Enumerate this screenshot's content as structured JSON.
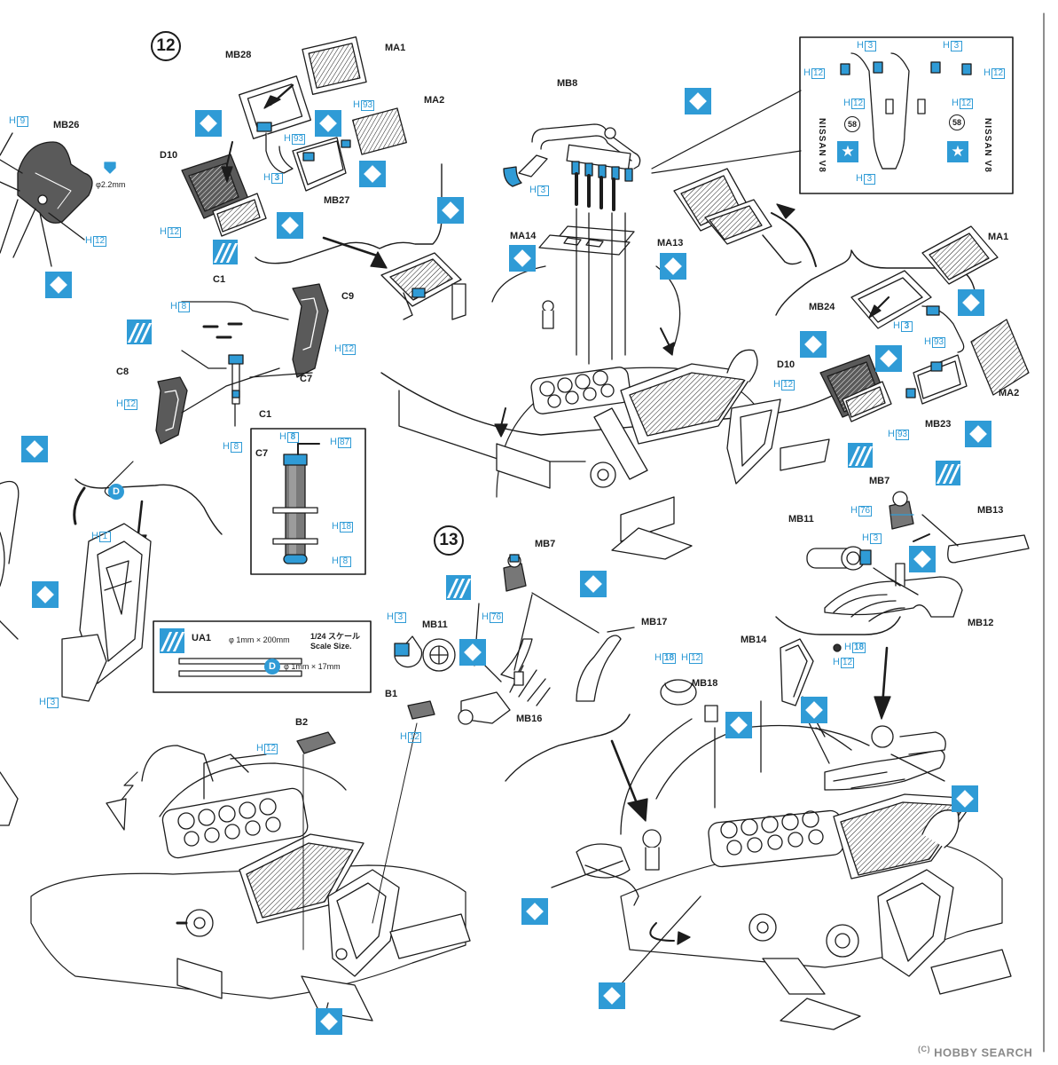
{
  "steps": {
    "s12": "12",
    "s13": "13"
  },
  "parts": {
    "MB26": "MB26",
    "MB28": "MB28",
    "MA1_a": "MA1",
    "MA2_a": "MA2",
    "D10_a": "D10",
    "MB27": "MB27",
    "MB8": "MB8",
    "MA14": "MA14",
    "MA13": "MA13",
    "MA1_b": "MA1",
    "MB24": "MB24",
    "D10_b": "D10",
    "MA2_b": "MA2",
    "MB23": "MB23",
    "C1_a": "C1",
    "C9": "C9",
    "C8": "C8",
    "C7_a": "C7",
    "C1_b": "C1",
    "C7_b": "C7",
    "MB7_a": "MB7",
    "MB11_a": "MB11",
    "MB13": "MB13",
    "MB12": "MB12",
    "MB7_b": "MB7",
    "MB11_b": "MB11",
    "MB17": "MB17",
    "MB16": "MB16",
    "MB14": "MB14",
    "MB18": "MB18",
    "B1": "B1",
    "B2": "B2"
  },
  "h_labels": [
    {
      "n": "9"
    },
    {
      "n": "12"
    },
    {
      "n": "93"
    },
    {
      "n": "93"
    },
    {
      "n": "3",
      "b": true
    },
    {
      "n": "12"
    },
    {
      "n": "3"
    },
    {
      "n": "3"
    },
    {
      "n": "12"
    },
    {
      "n": "12"
    },
    {
      "n": "12"
    },
    {
      "n": "12"
    },
    {
      "n": "3"
    },
    {
      "n": "3"
    },
    {
      "n": "8"
    },
    {
      "n": "12"
    },
    {
      "n": "12"
    },
    {
      "n": "8"
    },
    {
      "n": "8",
      "b": true
    },
    {
      "n": "87"
    },
    {
      "n": "18"
    },
    {
      "n": "8"
    },
    {
      "n": "1"
    },
    {
      "n": "3"
    },
    {
      "n": "3",
      "b": true
    },
    {
      "n": "93"
    },
    {
      "n": "12"
    },
    {
      "n": "93"
    },
    {
      "n": "76"
    },
    {
      "n": "3"
    },
    {
      "n": "3"
    },
    {
      "n": "76"
    },
    {
      "n": "18",
      "b": true
    },
    {
      "n": "12"
    },
    {
      "n": "18",
      "b": true
    },
    {
      "n": "12"
    },
    {
      "n": "12"
    },
    {
      "n": "12"
    }
  ],
  "h_prefix": "H",
  "texts": {
    "dia": "φ2.2mm",
    "ua1": "UA1",
    "ua1_spec": "φ 1mm × 200mm",
    "scale_jp": "1/24 スケール",
    "scale_en": "Scale Size.",
    "d_mark": "D",
    "d_spec": "φ 1mm × 17mm",
    "nissan_v8": "NISSAN V8",
    "num58": "58",
    "star": "★",
    "watermark_main": "HOBBY SEARCH",
    "watermark_sub": "(C)"
  },
  "colors": {
    "accent": "#2f9bd6",
    "ink": "#1c1c1c"
  }
}
